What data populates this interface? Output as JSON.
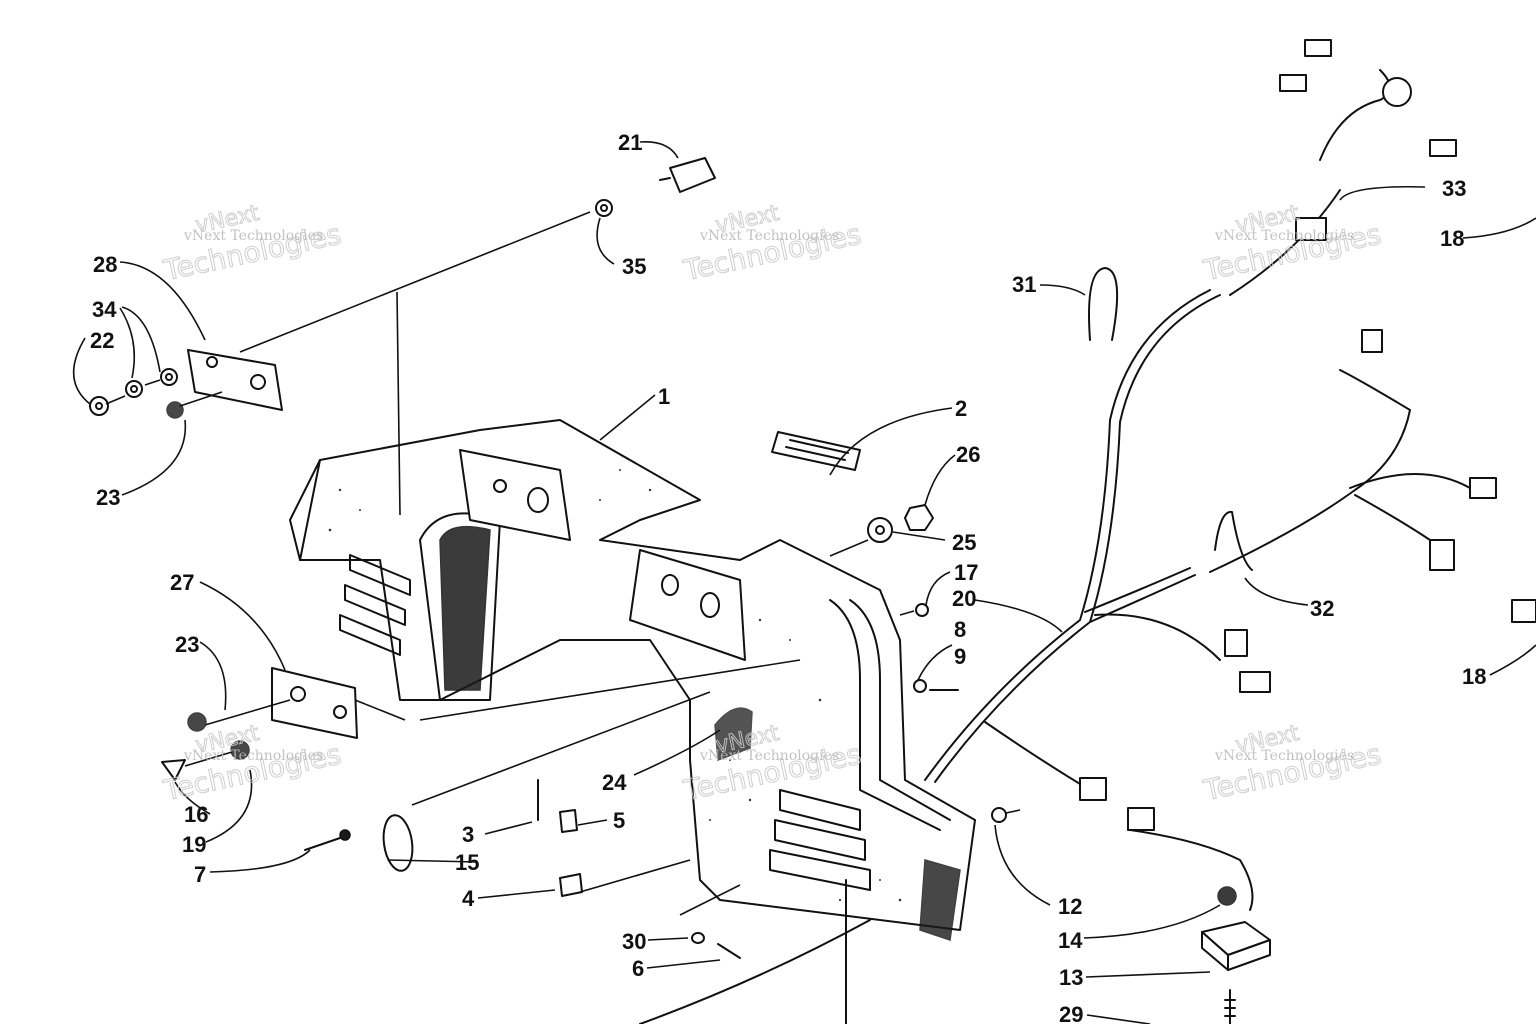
{
  "callouts": [
    "1",
    "2",
    "3",
    "4",
    "5",
    "6",
    "7",
    "8",
    "9",
    "12",
    "13",
    "14",
    "15",
    "16",
    "17",
    "18",
    "18",
    "19",
    "20",
    "21",
    "22",
    "23",
    "23",
    "24",
    "25",
    "26",
    "27",
    "28",
    "29",
    "30",
    "31",
    "32",
    "33",
    "34",
    "35"
  ],
  "watermark": {
    "company": "vNext",
    "word": "Technologies",
    "line": "vNext Technologies"
  }
}
